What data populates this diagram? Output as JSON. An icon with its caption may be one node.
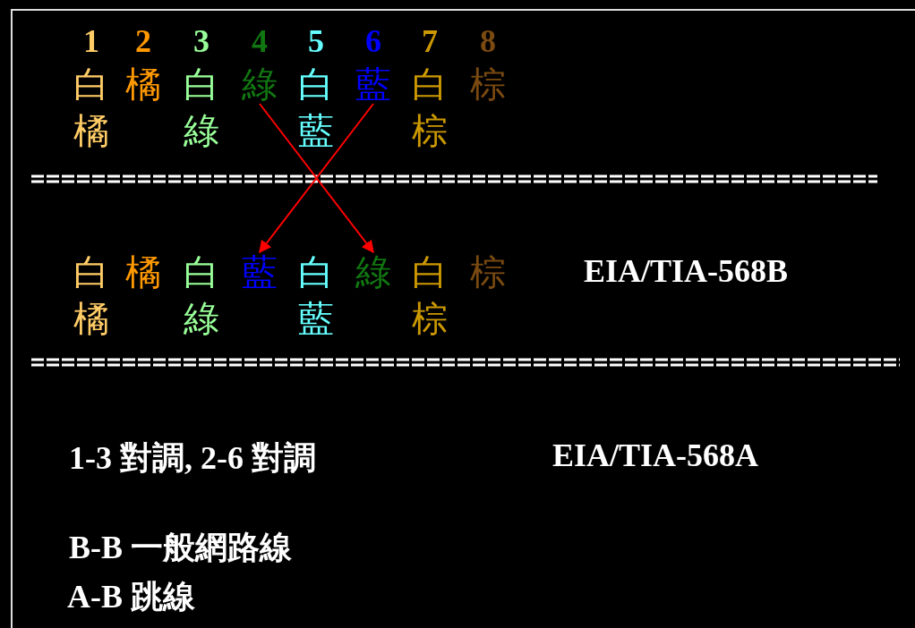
{
  "diagram": {
    "nodes": [
      {
        "text": [
          "1",
          "白橘"
        ]
      },
      {
        "text": [
          "2",
          "橘"
        ]
      },
      {
        "text": [
          "3",
          "白綠"
        ]
      },
      {
        "text": [
          "4",
          "綠"
        ]
      },
      {
        "text": [
          "5",
          "白藍"
        ]
      },
      {
        "text": [
          "6",
          "藍"
        ]
      },
      {
        "text": [
          "7",
          "白棕"
        ]
      },
      {
        "text": [
          "8",
          "棕"
        ]
      },
      {
        "text": [
          "白橘"
        ]
      },
      {
        "text": [
          "橘"
        ]
      },
      {
        "text": [
          "白綠"
        ]
      },
      {
        "text": [
          "藍"
        ]
      },
      {
        "text": [
          "白藍"
        ]
      },
      {
        "text": [
          "綠"
        ]
      },
      {
        "text": [
          "白棕"
        ]
      },
      {
        "text": [
          "棕"
        ]
      }
    ],
    "edges": [
      {
        "from": 3,
        "to": 13,
        "arrow": "to"
      },
      {
        "from": 5,
        "to": 11,
        "arrow": "to"
      }
    ],
    "labels": [
      "EIA/TIA-568B",
      "1-3 對調, 2-6 對調",
      "EIA/TIA-568A",
      "B-B 一般網路線",
      "A-B 跳線"
    ]
  }
}
